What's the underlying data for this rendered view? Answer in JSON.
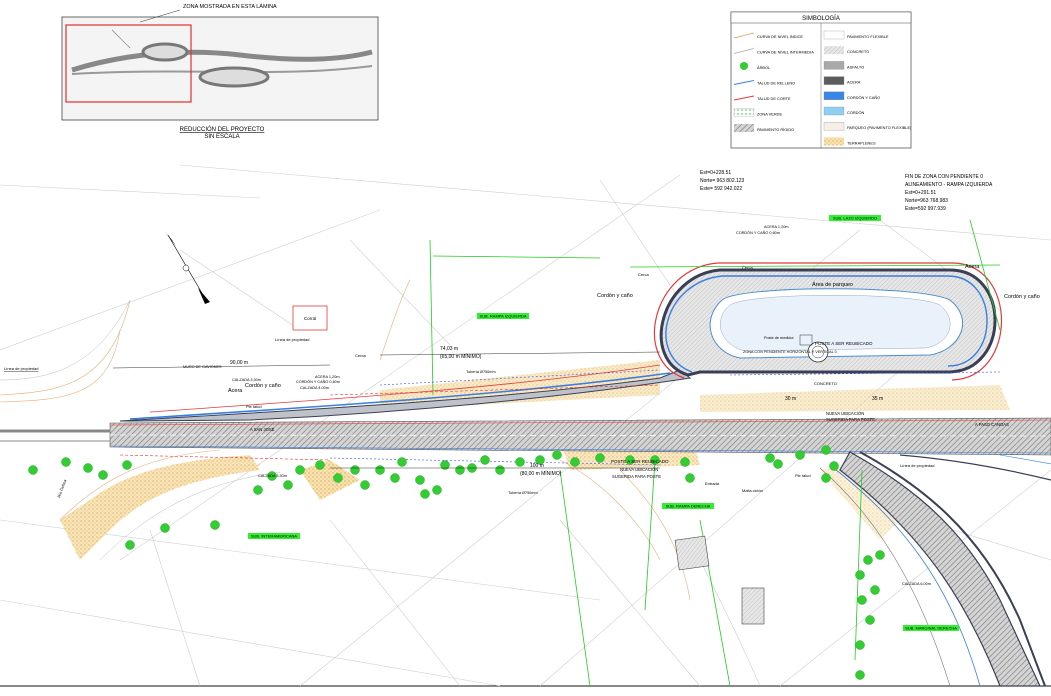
{
  "key_map": {
    "caption": "ZONA MOSTRADA EN ESTA LÁMINA",
    "title_line1": "REDUCCIÓN DEL PROYECTO",
    "title_line2": "SIN ESCALA"
  },
  "legend": {
    "title": "SIMBOLOGÍA",
    "left_items": [
      {
        "label": "CURVA DE NIVEL ÍNDICE",
        "symbol": "line-orange"
      },
      {
        "label": "CURVA DE NIVEL INTERMEDIA",
        "symbol": "line-gray"
      },
      {
        "label": "ÁRBOL",
        "symbol": "tree"
      },
      {
        "label": "TALUD DE RELLENO",
        "symbol": "line-blue"
      },
      {
        "label": "TALUD DE CORTE",
        "symbol": "line-red"
      },
      {
        "label": "ZONA VERDE",
        "symbol": "dots-green"
      },
      {
        "label": "PAVIMENTO RÍGIDO",
        "symbol": "hatch-gray"
      }
    ],
    "right_items": [
      {
        "label": "PAVIMENTO FLEXIBLE",
        "symbol": "fill-white"
      },
      {
        "label": "CONCRETO",
        "symbol": "hatch-light"
      },
      {
        "label": "ASFALTO",
        "symbol": "fill-gray"
      },
      {
        "label": "ACERA",
        "symbol": "fill-dark"
      },
      {
        "label": "CORDÓN Y CAÑO",
        "symbol": "fill-blue"
      },
      {
        "label": "CORDÓN",
        "symbol": "fill-lightblue"
      },
      {
        "label": "PARQUEO (PAVIMENTO FLEXIBLE)",
        "symbol": "fill-cream"
      },
      {
        "label": "TERRAPLENES",
        "symbol": "dots-sand"
      }
    ]
  },
  "annotations": {
    "coord_start": {
      "line1": "Est=0+228.51",
      "line2": "Norte= 963 802.123",
      "line3": "Este= 592 942.022"
    },
    "coord_end": {
      "line1": "FIN DE ZONA CON PENDIENTE 0",
      "line2": "ALINEAMIENTO - RAMPA IZQUIERDA",
      "line3": "Est=0+291.51",
      "line4": "Norte=963 768.983",
      "line5": "Este=592 997.939"
    },
    "dim_90": "90,00 m",
    "dim_74": "74,03 m",
    "dim_65": "(65,00 m MÍNIMO)",
    "dim_100": "100 m",
    "dim_80": "(80,00 m MÍNIMO)",
    "dim_30": "30 m",
    "dim_35": "35 m",
    "area_parqueo": "Área de parqueo",
    "corral": "Corral",
    "cordon_canio": "Cordón y caño",
    "acera": "Acera",
    "poste_reubicado_1": "POSTE A SER REUBICADO",
    "poste_reubicado_2": "POSTE A SER REUBICADO",
    "nueva_ubicacion_1a": "NUEVA UBICACIÓN",
    "nueva_ubicacion_1b": "SUGERIDA PARA POSTE",
    "nueva_ubicacion_2a": "NUEVA UBICACIÓN",
    "nueva_ubicacion_2b": "SUGERIDA PARA POSTE",
    "linea_propiedad": "Línea de propiedad",
    "a_san_jose": "A SAN JOSÉ",
    "a_paso_canoas": "A PASO CANOAS",
    "muro_gaviones": "MURO DE GAVIONES",
    "calzada_1": "CALZADA 3,30m",
    "calzada_2": "CALZADA 4,00m",
    "calzada_3": "CALZADA 3,30m",
    "calzada_4": "CALZADA 6,00m",
    "acera_120": "ACERA 1,20m",
    "cordon_060": "CORDÓN Y CAÑO 0,60m",
    "zona_pendiente": "ZONA CON PENDIENTE HORIZONTAL Y VERTICAL 0",
    "poste_medidor": "Poste de medidor",
    "tuberia_1": "Tubería Ø750mm",
    "tuberia_2": "Tubería Ø750mm",
    "cerca": "Cerca",
    "entrada": "Entrada",
    "malla_ciclon": "Malla ciclón",
    "pie_talud": "Pie talud",
    "rio": "Río Ochoa",
    "concreto": "CONCRETO",
    "tags": {
      "rampa_izquierda": "SUB. RAMPA IZQUIERDA",
      "lazo_izquierdo": "SUB. LAZO IZQUIERDO",
      "rampa_derecha": "SUB. RAMPA DERECHA",
      "interamericana": "SUB. INTERAMERICANA",
      "marginal_derecha": "SUB. MARGINAL DERECHA"
    }
  },
  "colors": {
    "road_hatch": "#9b9b9b",
    "sidewalk": "#3a3f55",
    "curb_blue": "#3a7fe0",
    "slope_red": "#e33a3a",
    "green": "#22cc22",
    "tree": "#33cc33",
    "contour_orange": "#e09a55",
    "fill_sand": "#f1d38e",
    "tag_bg": "#33ee33"
  }
}
